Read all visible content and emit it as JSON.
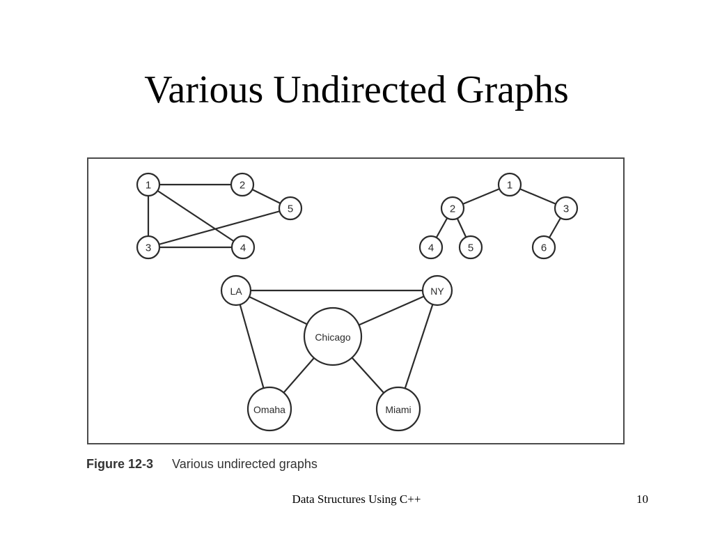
{
  "slide": {
    "title": "Various Undirected Graphs",
    "footer": "Data Structures Using C++",
    "page_number": "10"
  },
  "figure": {
    "caption_number": "Figure 12-3",
    "caption_text": "Various undirected graphs"
  },
  "graphs": [
    {
      "id": "graph-a",
      "nodes": [
        "1",
        "2",
        "3",
        "4",
        "5"
      ],
      "edges": [
        [
          "1",
          "2"
        ],
        [
          "1",
          "3"
        ],
        [
          "1",
          "4"
        ],
        [
          "2",
          "5"
        ],
        [
          "3",
          "4"
        ],
        [
          "3",
          "5"
        ]
      ]
    },
    {
      "id": "graph-b",
      "nodes": [
        "1",
        "2",
        "3",
        "4",
        "5",
        "6"
      ],
      "edges": [
        [
          "1",
          "2"
        ],
        [
          "1",
          "3"
        ],
        [
          "2",
          "4"
        ],
        [
          "2",
          "5"
        ],
        [
          "3",
          "6"
        ]
      ]
    },
    {
      "id": "graph-c",
      "nodes": [
        "LA",
        "NY",
        "Chicago",
        "Omaha",
        "Miami"
      ],
      "edges": [
        [
          "LA",
          "NY"
        ],
        [
          "LA",
          "Chicago"
        ],
        [
          "LA",
          "Omaha"
        ],
        [
          "NY",
          "Chicago"
        ],
        [
          "NY",
          "Miami"
        ],
        [
          "Chicago",
          "Omaha"
        ],
        [
          "Chicago",
          "Miami"
        ]
      ]
    }
  ]
}
